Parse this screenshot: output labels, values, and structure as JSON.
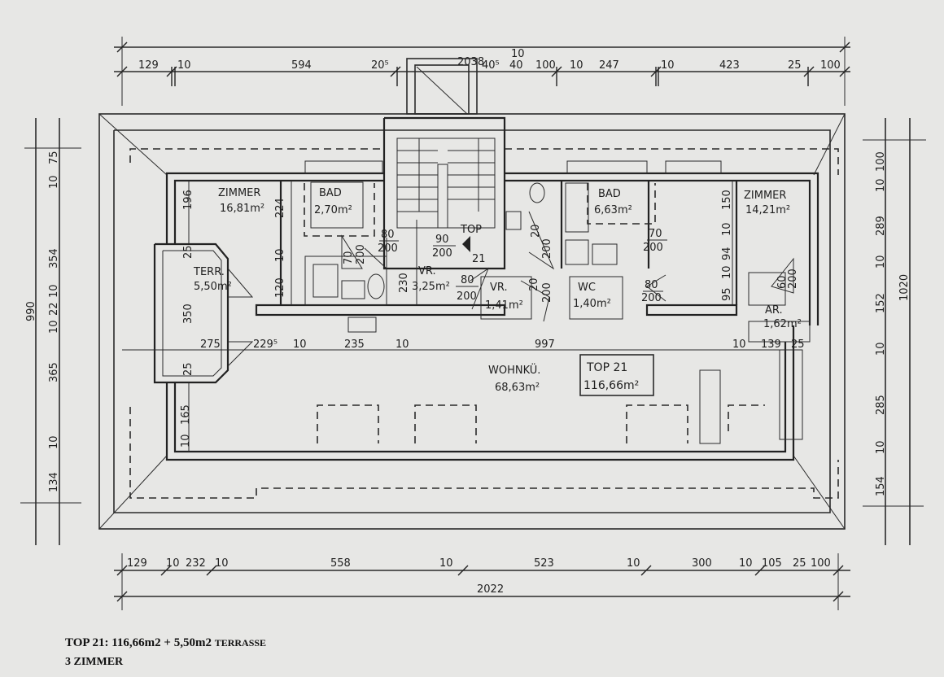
{
  "top_dimensions": {
    "overall": "2038",
    "segments": [
      "129",
      "10",
      "594",
      "20⁵",
      "40⁵",
      "40",
      "10",
      "100",
      "10",
      "247",
      "10",
      "423",
      "25",
      "100"
    ]
  },
  "bottom_dimensions": {
    "overall": "2022",
    "segments": [
      "129",
      "10",
      "232",
      "10",
      "558",
      "10",
      "523",
      "10",
      "300",
      "10",
      "105",
      "25",
      "100"
    ]
  },
  "left_dimensions": {
    "overall": "990",
    "segments": [
      "75",
      "10",
      "354",
      "10",
      "22",
      "10",
      "365",
      "10",
      "134"
    ]
  },
  "right_dimensions": {
    "overall": "1020",
    "segments": [
      "100",
      "10",
      "289",
      "10",
      "152",
      "10",
      "285",
      "10",
      "154"
    ]
  },
  "interior_dimensions": {
    "zimmer_left": [
      "224",
      "10",
      "120"
    ],
    "terrace": [
      "196",
      "25",
      "350",
      "25",
      "165",
      "10"
    ],
    "vr": "230",
    "zimmer_right": [
      "150",
      "10",
      "94",
      "10",
      "95"
    ],
    "horizontal": [
      "275",
      "229⁵",
      "10",
      "235",
      "10",
      "997",
      "10",
      "139",
      "25"
    ]
  },
  "doors": [
    {
      "w": "80",
      "h": "200"
    },
    {
      "w": "90",
      "h": "200"
    },
    {
      "w": "80",
      "h": "200"
    },
    {
      "w": "70",
      "h": "200"
    },
    {
      "w": "80",
      "h": "200"
    },
    {
      "w": "70",
      "h": "200"
    },
    {
      "w": "60",
      "h": "200"
    },
    {
      "w": "20",
      "h": "200"
    },
    {
      "w": "20",
      "h": "200"
    }
  ],
  "rooms": {
    "zimmer1": {
      "name": "ZIMMER",
      "area": "16,81m²"
    },
    "bad1": {
      "name": "BAD",
      "area": "2,70m²"
    },
    "top": {
      "name": "TOP",
      "number": "21"
    },
    "vr1": {
      "name": "VR.",
      "area": "3,25m²"
    },
    "vr2": {
      "name": "VR.",
      "area": "1,41m²"
    },
    "wc": {
      "name": "WC",
      "area": "1,40m²"
    },
    "bad2": {
      "name": "BAD",
      "area": "6,63m²"
    },
    "zimmer2": {
      "name": "ZIMMER",
      "area": "14,21m²"
    },
    "ar": {
      "name": "AR.",
      "area": "1,62m²"
    },
    "terr": {
      "name": "TERR.",
      "area": "5,50m²"
    },
    "wohnkue": {
      "name": "WOHNKÜ.",
      "area": "68,63m²"
    },
    "total": {
      "name": "TOP  21",
      "area": "116,66m²"
    }
  },
  "caption": {
    "line1": "TOP 21: 116,66m2 + 5,50m2",
    "line1_suffix": "TERRASSE",
    "line2": "3 ZIMMER"
  }
}
